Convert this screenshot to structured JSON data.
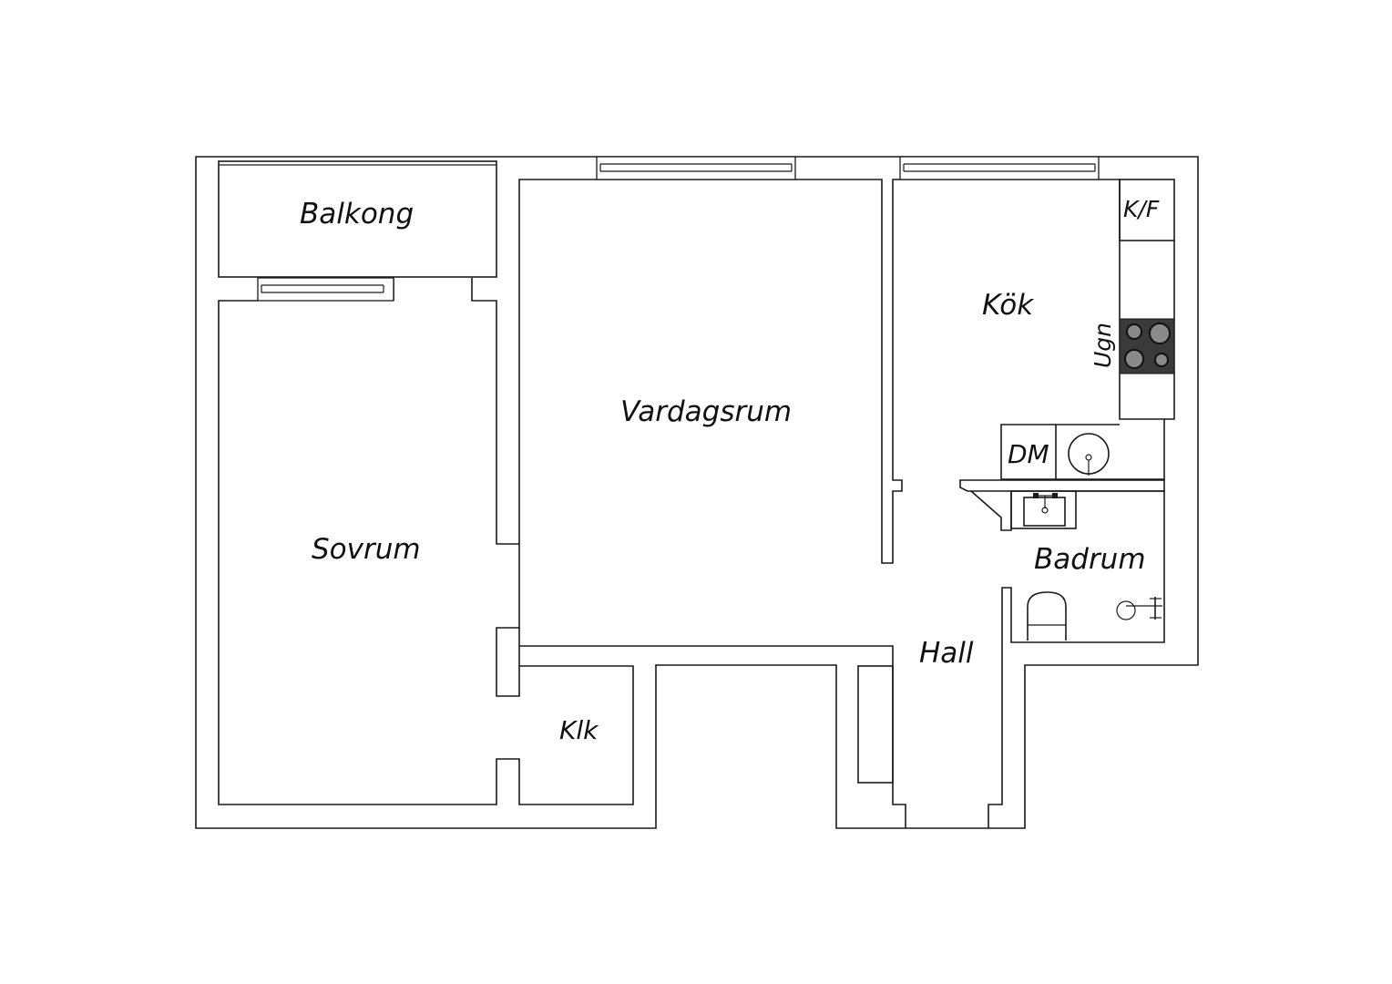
{
  "rooms": {
    "balkong": "Balkong",
    "sovrum": "Sovrum",
    "vardagsrum": "Vardagsrum",
    "kok": "Kök",
    "hall": "Hall",
    "klk": "Klk",
    "badrum": "Badrum"
  },
  "fixtures": {
    "kf": "K/F",
    "ugn": "Ugn",
    "dm": "DM"
  },
  "colors": {
    "wall_line": "#1a1a1a",
    "stove": "#3a3a3a"
  }
}
